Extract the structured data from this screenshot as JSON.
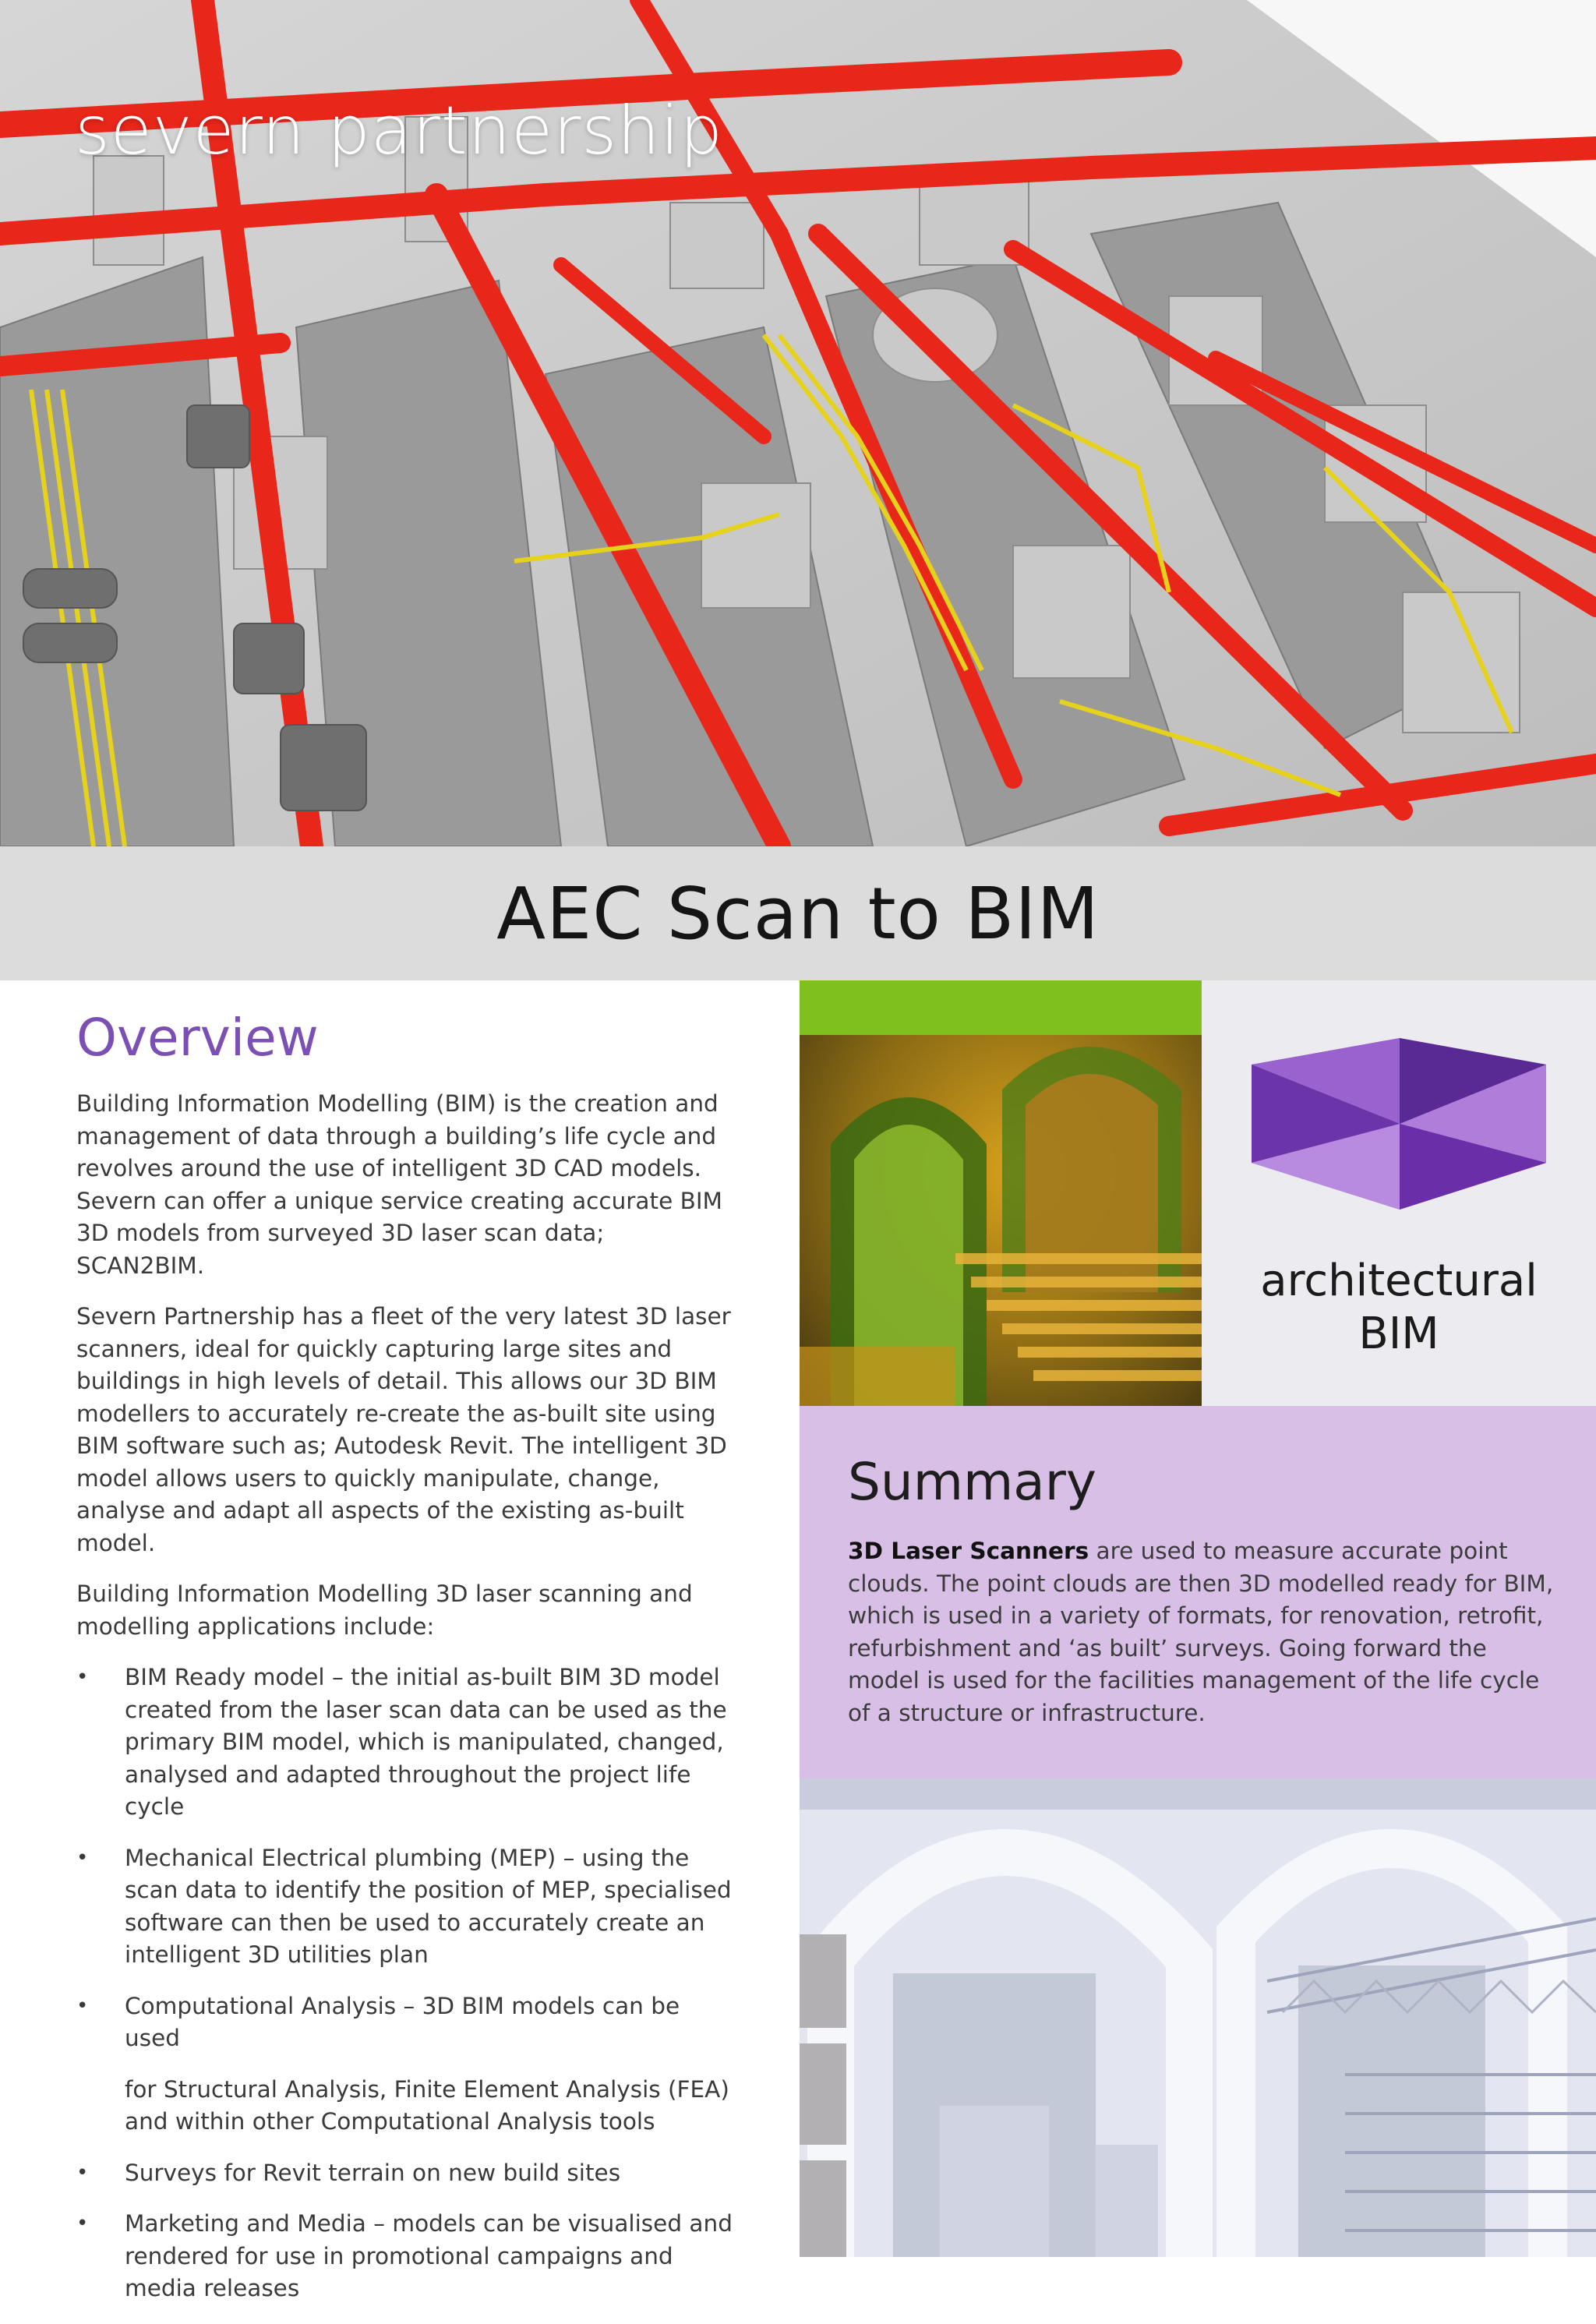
{
  "brand": {
    "name": "severn partnership"
  },
  "title": "AEC Scan to BIM",
  "overview": {
    "heading": "Overview",
    "paragraphs": [
      "Building Information Modelling (BIM) is the creation and management of data through a building’s life cycle and revolves around the use of intelligent 3D CAD models. Severn can offer a unique service creating accurate BIM 3D models from surveyed 3D laser scan data; SCAN2BIM.",
      "Severn Partnership has a fleet of the very latest 3D laser scanners, ideal for quickly capturing large sites and buildings in high levels of detail. This allows our 3D BIM modellers to accurately re-create the as-built site using BIM software such as; Autodesk Revit. The intelligent 3D model allows users to quickly manipulate, change, analyse and adapt all aspects of the existing as-built model.",
      "Building Information Modelling 3D laser scanning and modelling applications include:"
    ],
    "bullets": [
      "BIM Ready model – the initial as-built BIM 3D model created from the laser scan data can be used as the primary BIM model, which is manipulated, changed, analysed and adapted throughout the project life cycle",
      "Mechanical Electrical plumbing (MEP) – using the scan data to identify the position of MEP, specialised software can then be used to accurately create an intelligent 3D utilities plan",
      "Computational Analysis – 3D BIM models can be used",
      "Surveys for Revit terrain on new build sites",
      "Marketing and Media – models can be visualised and rendered for use in promotional campaigns and media releases"
    ],
    "bullet_continuation": "for Structural Analysis, Finite Element Analysis (FEA) and within other Computational Analysis tools"
  },
  "logo": {
    "line1": "architectural",
    "line2": "BIM"
  },
  "summary": {
    "heading": "Summary",
    "lead": "3D Laser Scanners",
    "body": " are used to measure accurate point clouds. The point clouds are then 3D modelled ready for BIM, which is used in a variety of formats, for renovation, retrofit, refurbishment and ‘as built’ surveys. Going forward the model is used for the facilities management of the life cycle of a structure or infrastructure."
  },
  "colors": {
    "accent_purple": "#7b4fb3",
    "summary_bg": "#d8bfe6",
    "title_bar_bg": "#dcdcdc",
    "pipe_red": "#e8261a",
    "pipe_yellow": "#e6d21c"
  }
}
